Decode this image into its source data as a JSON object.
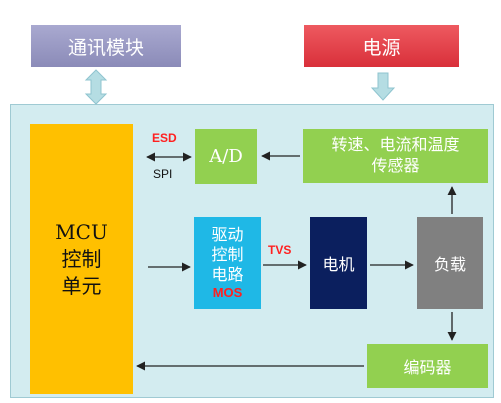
{
  "colors": {
    "panel": "#d3ecf0",
    "mcu": "#ffc000",
    "green": "#92d050",
    "driver": "#1fb8e6",
    "motor": "#0b1f5e",
    "load": "#808080",
    "comm": "#8b8bb8",
    "power": "#d9303a",
    "hollow_arrow": "#b5dde3",
    "red_text": "#ff2020"
  },
  "blocks": {
    "comm": "通讯模块",
    "power": "电源",
    "mcu": [
      "MCU",
      "控制",
      "单元"
    ],
    "ad": "A/D",
    "sensor": [
      "转速、电流和温度",
      "传感器"
    ],
    "driver": [
      "驱动",
      "控制",
      "电路"
    ],
    "driver_mos": "MOS",
    "motor": "电机",
    "load": "负载",
    "encoder": "编码器"
  },
  "labels": {
    "esd": "ESD",
    "spi": "SPI",
    "tvs": "TVS"
  }
}
